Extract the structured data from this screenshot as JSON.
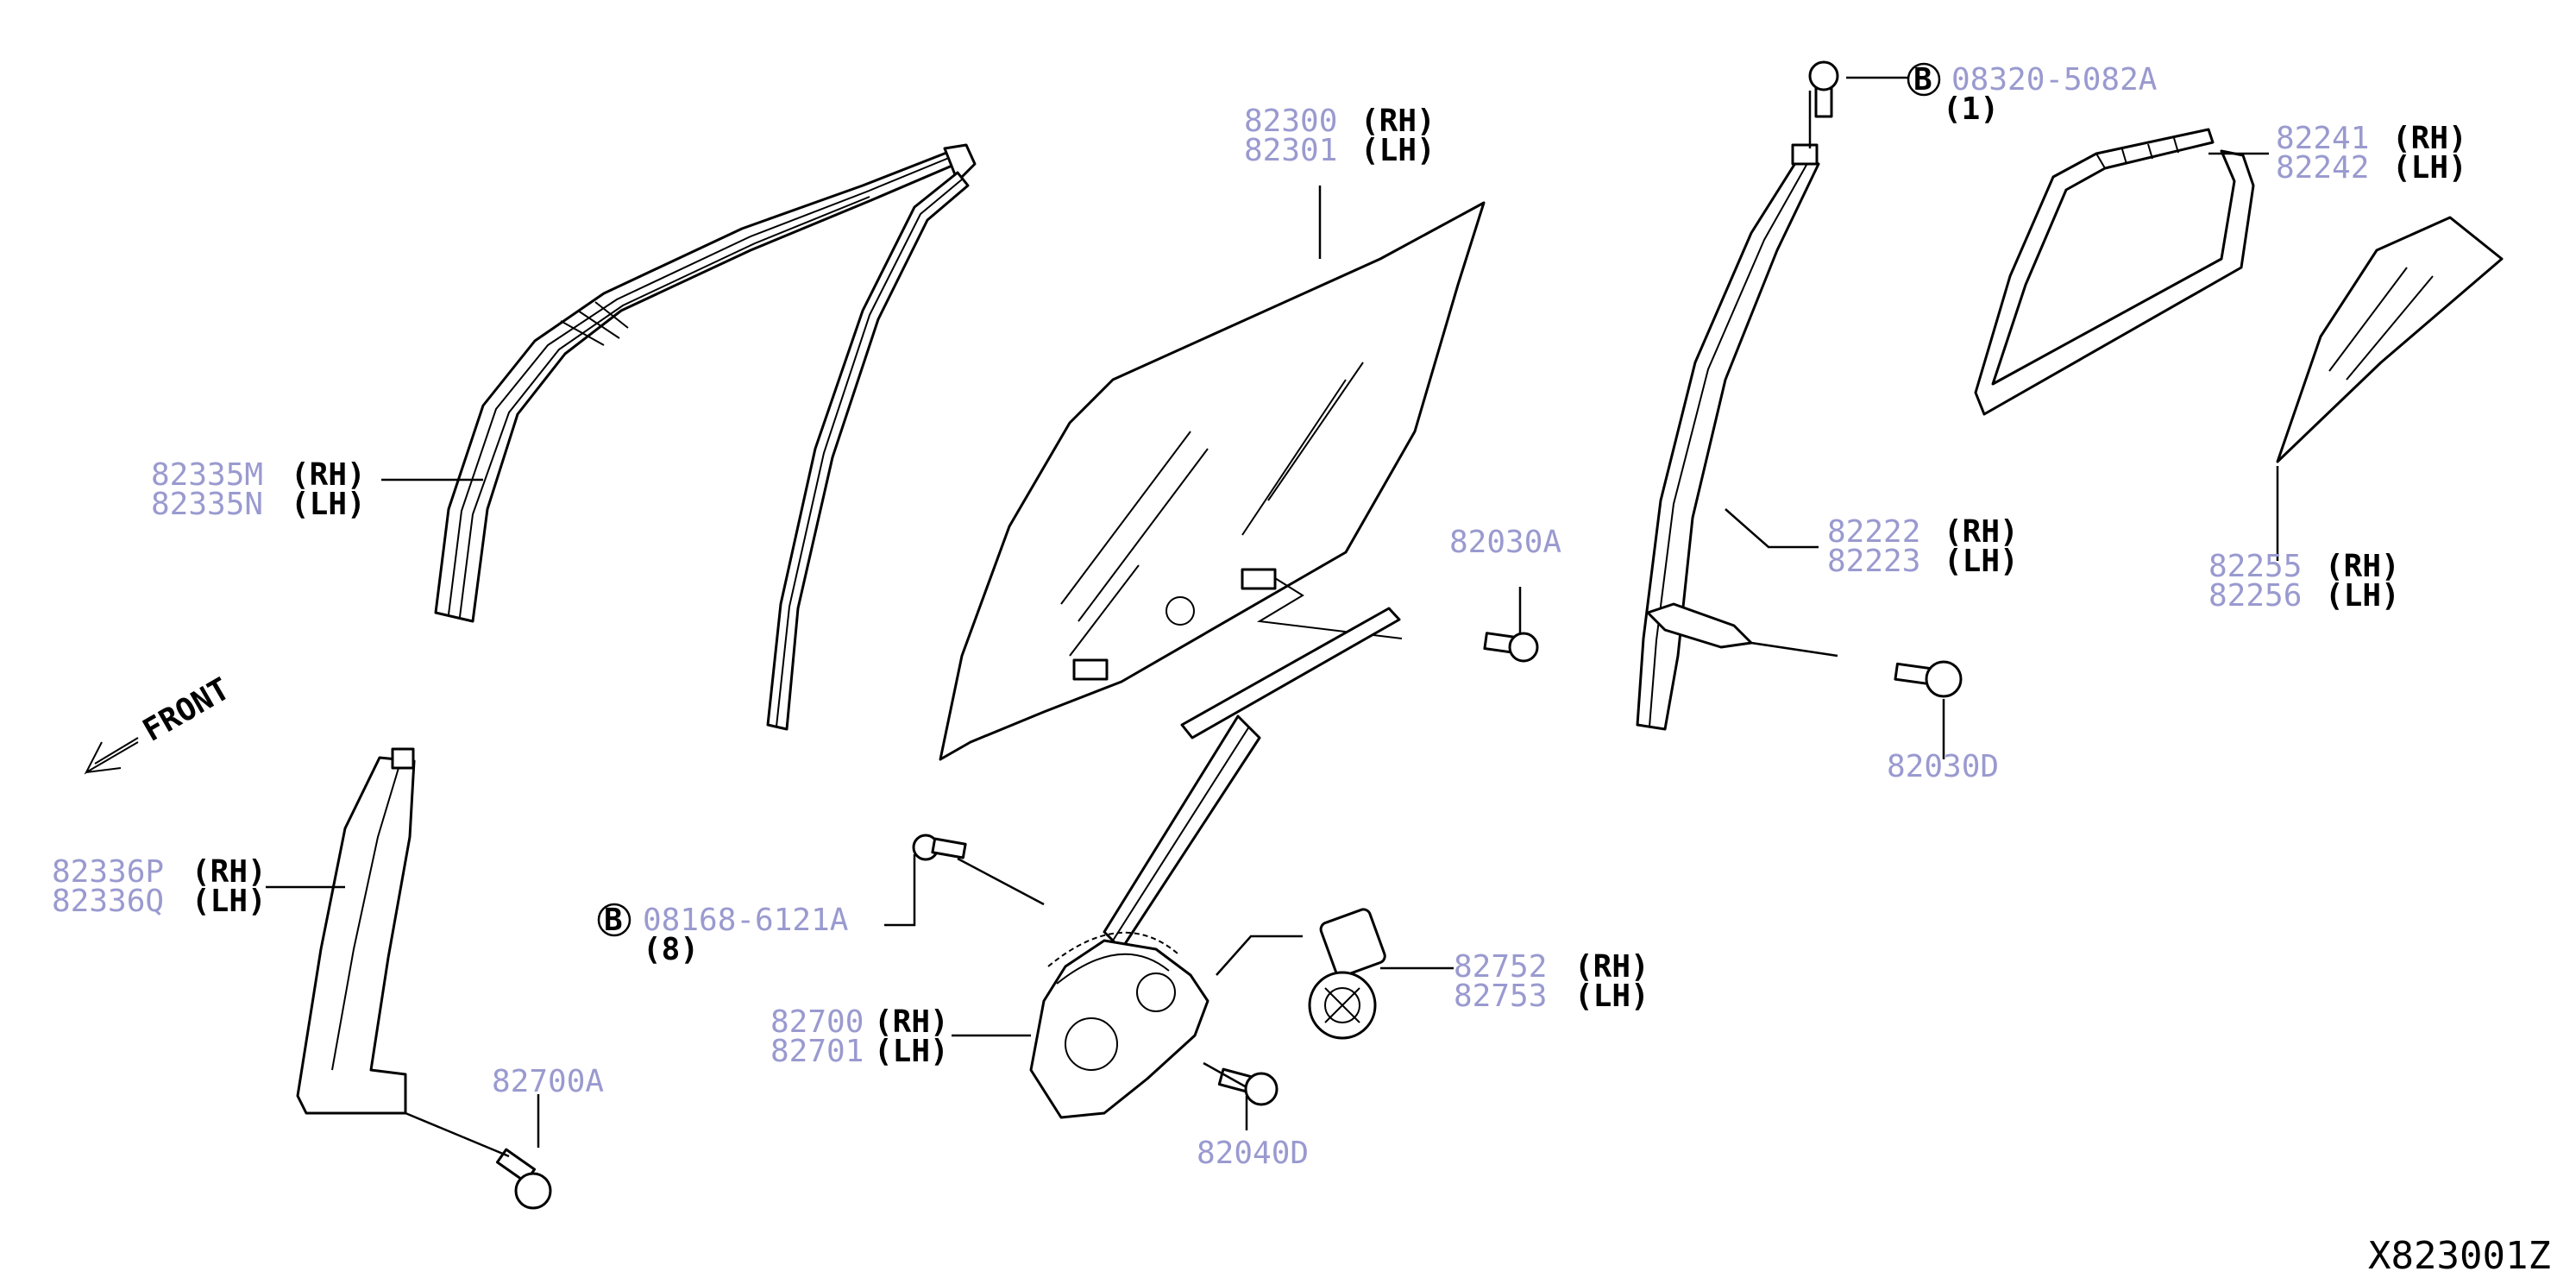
{
  "figure_code": "X823001Z",
  "front_label": "FRONT",
  "callouts": {
    "c82335": {
      "rh_part": "82335M",
      "rh_side": "(RH)",
      "lh_part": "82335N",
      "lh_side": "(LH)"
    },
    "c82300": {
      "rh_part": "82300",
      "rh_side": "(RH)",
      "lh_part": "82301",
      "lh_side": "(LH)"
    },
    "c82336": {
      "rh_part": "82336P",
      "rh_side": "(RH)",
      "lh_part": "82336Q",
      "lh_side": "(LH)"
    },
    "c82700": {
      "rh_part": "82700",
      "rh_side": "(RH)",
      "lh_part": "82701",
      "lh_side": "(LH)"
    },
    "c82752": {
      "rh_part": "82752",
      "rh_side": "(RH)",
      "lh_part": "82753",
      "lh_side": "(LH)"
    },
    "c82222": {
      "rh_part": "82222",
      "rh_side": "(RH)",
      "lh_part": "82223",
      "lh_side": "(LH)"
    },
    "c82241": {
      "rh_part": "82241",
      "rh_side": "(RH)",
      "lh_part": "82242",
      "lh_side": "(LH)"
    },
    "c82255": {
      "rh_part": "82255",
      "rh_side": "(RH)",
      "lh_part": "82256",
      "lh_side": "(LH)"
    }
  },
  "singles": {
    "p82030A": "82030A",
    "p82030D": "82030D",
    "p82700A": "82700A",
    "p82040D": "82040D"
  },
  "bolts": {
    "b08320": {
      "marker": "B",
      "part": "08320-5082A",
      "qty": "(1)"
    },
    "b08168": {
      "marker": "B",
      "part": "08168-6121A",
      "qty": "(8)"
    }
  }
}
